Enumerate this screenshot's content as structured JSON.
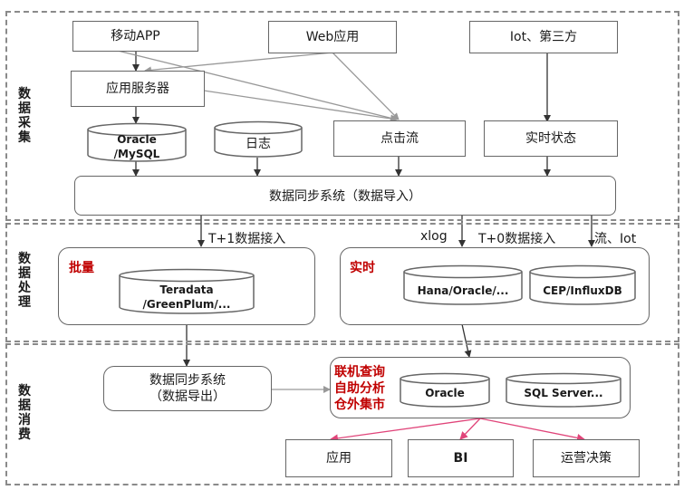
{
  "sections": {
    "collect": "数据采集",
    "process": "数据处理",
    "consume": "数据消费"
  },
  "sources": {
    "mobile_app": "移动APP",
    "web_app": "Web应用",
    "iot": "Iot、第三方"
  },
  "app_server": "应用服务器",
  "stores": {
    "oracle_mysql_line1": "Oracle",
    "oracle_mysql_line2": "/MySQL",
    "log": "日志",
    "clickstream": "点击流",
    "realtime_status": "实时状态"
  },
  "sync_import": "数据同步系统（数据导入）",
  "edge_labels": {
    "t1": "T+1数据接入",
    "xlog": "xlog",
    "t0": "T+0数据接入",
    "stream_iot": "流、Iot"
  },
  "batch": {
    "title": "批量",
    "db_line1": "Teradata",
    "db_line2": "/GreenPlum/..."
  },
  "realtime": {
    "title": "实时",
    "db1": "Hana/Oracle/...",
    "db2": "CEP/InfluxDB"
  },
  "sync_export": {
    "line1": "数据同步系统",
    "line2": "（数据导出）"
  },
  "query": {
    "line1": "联机查询",
    "line2": "自助分析",
    "line3": "仓外集市",
    "db1": "Oracle",
    "db2": "SQL Server..."
  },
  "outputs": {
    "app": "应用",
    "bi": "BI",
    "ops": "运营决策"
  }
}
